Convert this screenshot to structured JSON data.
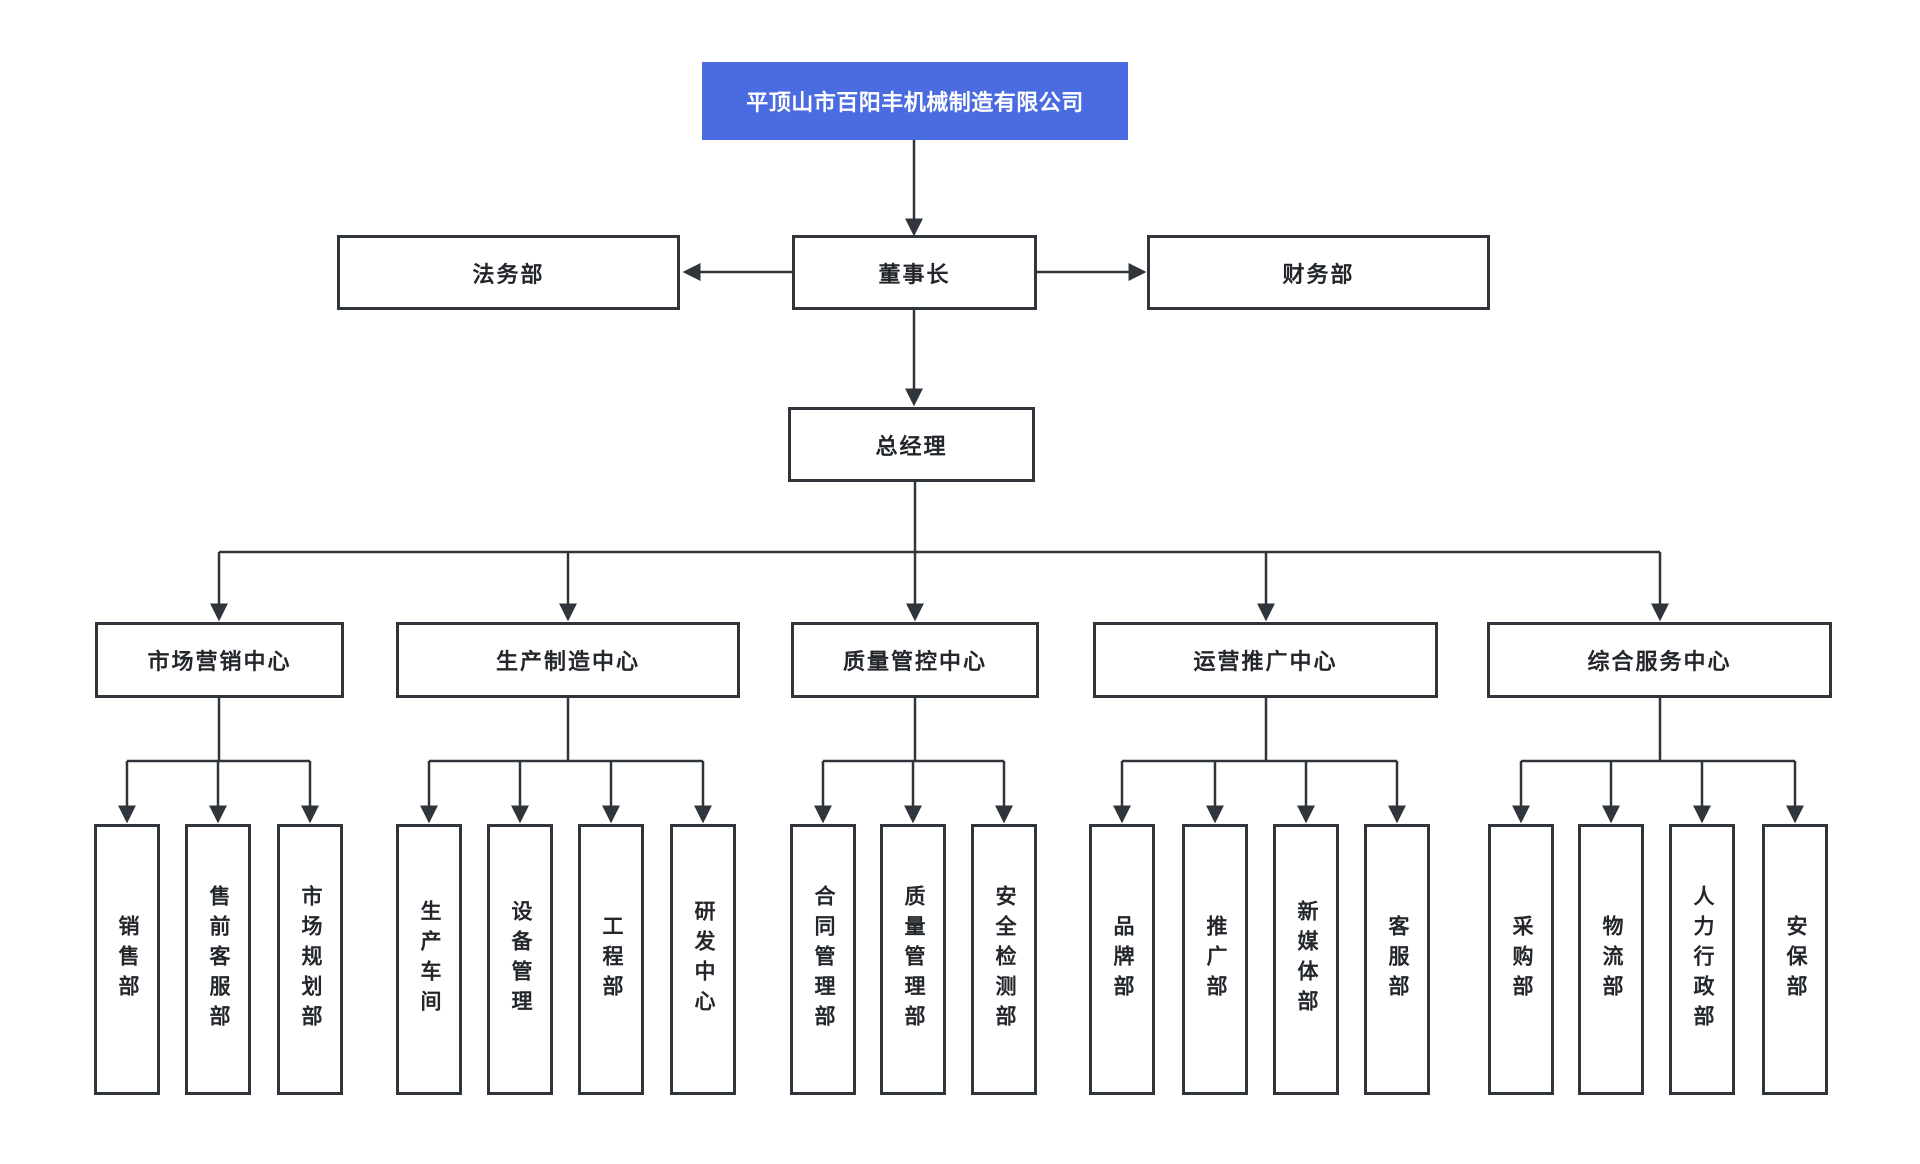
{
  "org": {
    "root": {
      "label": "平顶山市百阳丰机械制造有限公司"
    },
    "chairman": {
      "label": "董事长"
    },
    "staff_left": {
      "label": "法务部"
    },
    "staff_right": {
      "label": "财务部"
    },
    "general_manager": {
      "label": "总经理"
    },
    "centers": [
      {
        "label": "市场营销中心",
        "children": [
          "销售部",
          "售前客服部",
          "市场规划部"
        ]
      },
      {
        "label": "生产制造中心",
        "children": [
          "生产车间",
          "设备管理",
          "工程部",
          "研发中心"
        ]
      },
      {
        "label": "质量管控中心",
        "children": [
          "合同管理部",
          "质量管理部",
          "安全检测部"
        ]
      },
      {
        "label": "运营推广中心",
        "children": [
          "品牌部",
          "推广部",
          "新媒体部",
          "客服部"
        ]
      },
      {
        "label": "综合服务中心",
        "children": [
          "采购部",
          "物流部",
          "人力行政部",
          "安保部"
        ]
      }
    ],
    "colors": {
      "root_fill": "#4a6ce0",
      "root_text": "#ffffff",
      "box_border": "#2f353b",
      "box_text": "#23272c",
      "line": "#2f353b",
      "background": "#ffffff"
    }
  }
}
